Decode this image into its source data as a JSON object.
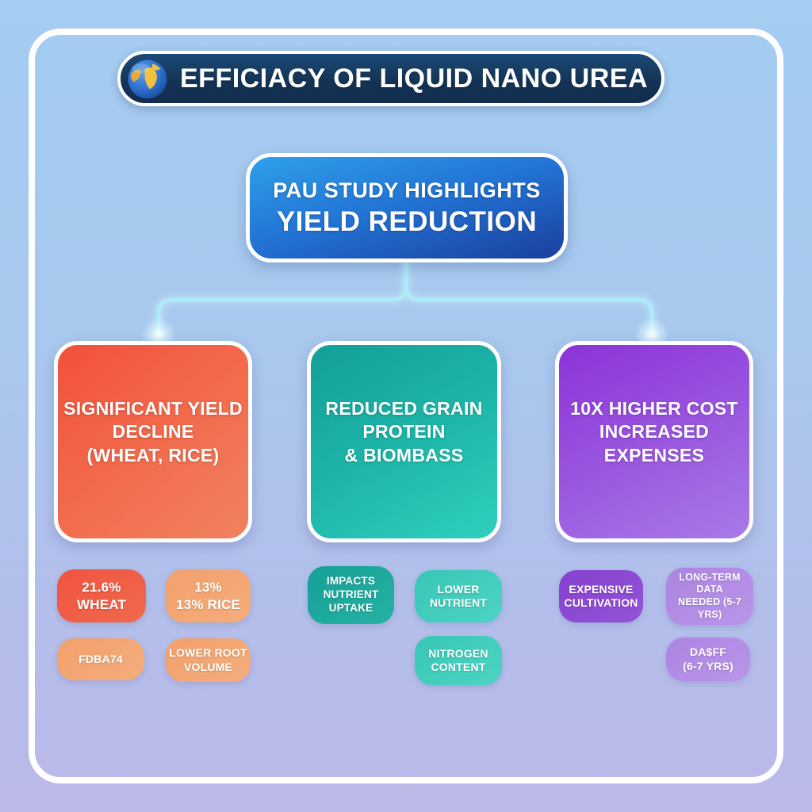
{
  "header": {
    "title": "EFFICIACY OF LIQUID NANO UREA",
    "icon": "globe-icon"
  },
  "root": {
    "line1": "PAU STUDY HIGHLIGHTS",
    "line2": "YIELD REDUCTION"
  },
  "branches": [
    {
      "name": "significant-yield-decline",
      "title": "SIGNIFICANT YIELD\nDECLINE\n(WHEAT, RICE)",
      "accent": "#f1503a",
      "children": [
        "21.6%\nWHEAT",
        "13%\n13% RICE",
        "FDBA74",
        "LOWER ROOT\nVOLUME"
      ]
    },
    {
      "name": "reduced-grain-protein",
      "title": "REDUCED GRAIN\nPROTEIN\n& BIOMBASS",
      "accent": "#12a099",
      "children": [
        "IMPACTS\nNUTRIENT\nUPTAKE",
        "LOWER\nNUTRIENT",
        "NITROGEN\nCONTENT"
      ]
    },
    {
      "name": "higher-cost",
      "title": "10X HIGHER COST\nINCREASED EXPENSES",
      "accent": "#8c33d8",
      "children": [
        "EXPENSIVE\nCULTIVATION",
        "LONG-TERM\nDATA\nNEEDED (5-7 YRS)",
        "DA$FF\n(6-7 YRS)"
      ]
    }
  ],
  "colors": {
    "background_top": "#a3cdf1",
    "background_bottom": "#bcb9e9",
    "header_navy": "#143455",
    "root_blue_top": "#2fa0ea",
    "root_blue_bottom": "#1a3f9e",
    "connector_cyan": "#a9edf8",
    "frame_white": "#ffffff"
  }
}
